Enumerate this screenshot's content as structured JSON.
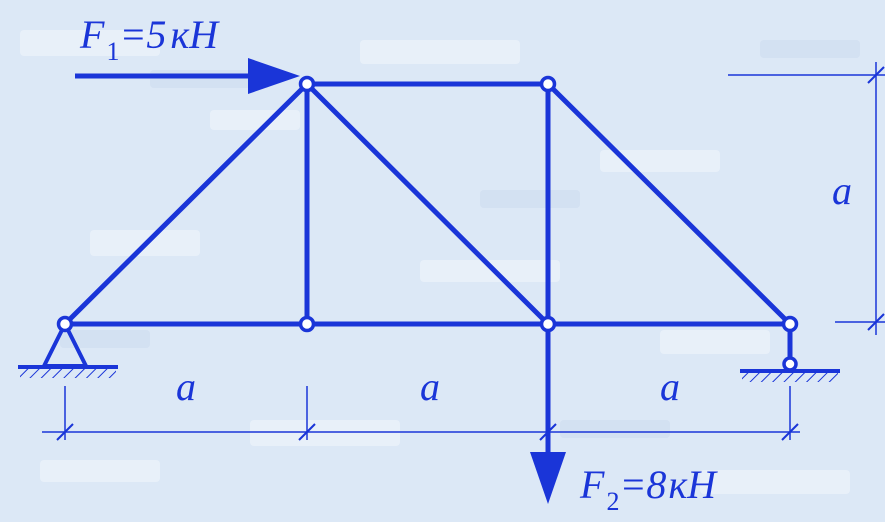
{
  "colors": {
    "ink": "#1a35d8",
    "background": "#dce8f6",
    "node_fill": "#ffffff"
  },
  "loads": {
    "f1": {
      "symbol": "F",
      "subscript": "1",
      "value": "=5",
      "unit": "кН"
    },
    "f2": {
      "symbol": "F",
      "subscript": "2",
      "value": "=8",
      "unit": "кН"
    }
  },
  "dimensions": {
    "span_1": "a",
    "span_2": "a",
    "span_3": "a",
    "height": "a"
  }
}
